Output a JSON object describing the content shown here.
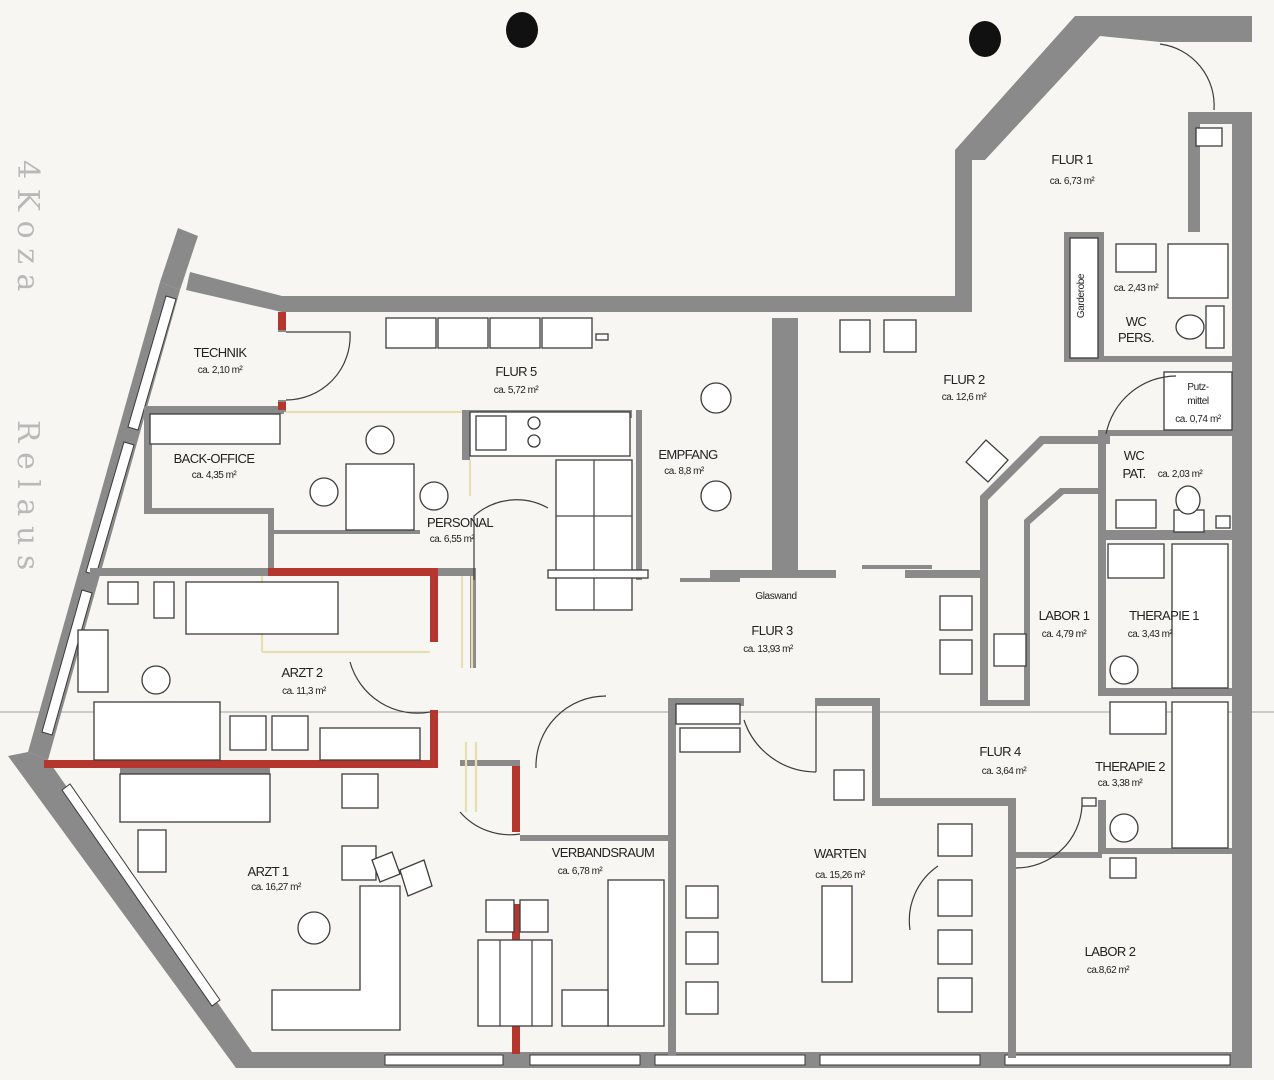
{
  "rooms": {
    "flur1": {
      "name": "FLUR 1",
      "area": "ca. 6,73 m²"
    },
    "wc_pers": {
      "name_line1": "WC",
      "name_line2": "PERS.",
      "area": "ca. 2,43 m²"
    },
    "garderobe": {
      "name": "Garderobe"
    },
    "putzmittel": {
      "name_line1": "Putz-",
      "name_line2": "mittel",
      "area": "ca. 0,74 m²"
    },
    "flur2": {
      "name": "FLUR 2",
      "area": "ca. 12,6 m²"
    },
    "wc_pat": {
      "name_line1": "WC",
      "name_line2": "PAT.",
      "area": "ca. 2,03 m²"
    },
    "technik": {
      "name": "TECHNIK",
      "area": "ca. 2,10 m²"
    },
    "flur5": {
      "name": "FLUR 5",
      "area": "ca. 5,72 m²"
    },
    "back_office": {
      "name": "BACK-OFFICE",
      "area": "ca. 4,35 m²"
    },
    "empfang": {
      "name": "EMPFANG",
      "area": "ca. 8,8 m²"
    },
    "personal": {
      "name": "PERSONAL",
      "area": "ca. 6,55 m²"
    },
    "labor1": {
      "name": "LABOR 1",
      "area": "ca. 4,79 m²"
    },
    "therapie1": {
      "name": "THERAPIE 1",
      "area": "ca. 3,43 m²"
    },
    "flur3": {
      "name": "FLUR 3",
      "area": "ca. 13,93 m²"
    },
    "arzt2": {
      "name": "ARZT 2",
      "area": "ca. 11,3 m²"
    },
    "flur4": {
      "name": "FLUR 4",
      "area": "ca. 3,64 m²"
    },
    "therapie2": {
      "name": "THERAPIE 2",
      "area": "ca. 3,38 m²"
    },
    "arzt1": {
      "name": "ARZT 1",
      "area": "ca. 16,27 m²"
    },
    "verbandsraum": {
      "name": "VERBANDSRAUM",
      "area": "ca. 6,78 m²"
    },
    "warten": {
      "name": "WARTEN",
      "area": "ca. 15,26 m²"
    },
    "labor2": {
      "name": "LABOR 2",
      "area": "ca.8,62 m²"
    }
  },
  "labels": {
    "glaswand": "Glaswand"
  },
  "colors": {
    "wall": "#8a8a8a",
    "new_wall": "#b5352f",
    "demolished": "#e6dfb0",
    "paper": "#f7f6f3"
  }
}
